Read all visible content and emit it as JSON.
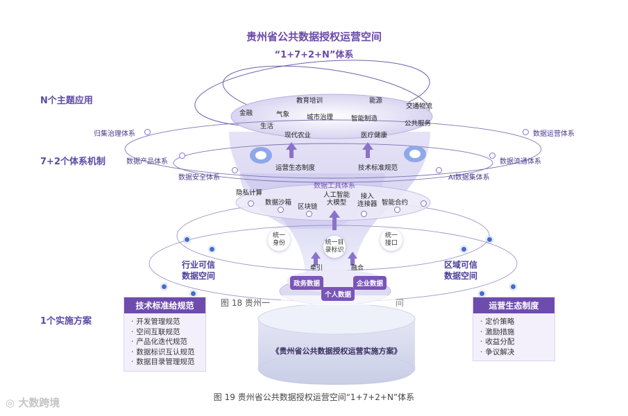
{
  "title": "贵州省公共数据授权运营空间",
  "subtitle": "“1+7+2+N”体系",
  "left_headers": {
    "n_apps": "N个主题应用",
    "mechanisms": "7+2个体系机制",
    "plan": "1个实施方案"
  },
  "orbit_labels": {
    "left_1": "归集治理体系",
    "left_2": "数据产品体系",
    "left_3": "数据安全体系",
    "right_1": "数据运营体系",
    "right_2": "数据流通体系",
    "right_3": "AI数据集体系"
  },
  "applications": [
    "教育培训",
    "能源",
    "金融",
    "气象",
    "城市治理",
    "智能制造",
    "交通物流",
    "生活",
    "公共服务",
    "现代农业",
    "医疗健康"
  ],
  "institution_labels": {
    "left": "运营生态制度",
    "right": "技术标准规范"
  },
  "tools_label": "数据工具体系",
  "tools": [
    "隐私计算",
    "数据沙箱",
    "区块链",
    "人工智能\n大模型",
    "接入\n连接器",
    "智能合约"
  ],
  "unified": {
    "left": "统一\n身份",
    "center": "统一目\n录标识",
    "right": "统一\n接口"
  },
  "trusted_spaces": {
    "left": "行业可信\n数据空间",
    "right": "区域可信\n数据空间"
  },
  "flow_labels": {
    "left": "牵引",
    "right": "融合"
  },
  "data_pills": {
    "gov": "政务数据",
    "personal": "个人数据",
    "enterprise": "企业数据"
  },
  "left_panel": {
    "title": "技术标准给规范",
    "items": [
      "开发管理规范",
      "空间互联规范",
      "产品化迭代规范",
      "数据标识互认规范",
      "数据目录管理规范"
    ]
  },
  "right_panel": {
    "title": "运营生态制度",
    "items": [
      "定价策略",
      "激励措施",
      "收益分配",
      "争议解决"
    ]
  },
  "base_label": "《贵州省公共数据授权运营实施方案》",
  "overlap_caption": "图 18 贵州一",
  "overlap_caption_tail": "间",
  "caption": "图 19 贵州省公共数据授权运营空间“1+7+2+N”体系",
  "watermark": "大数跨境",
  "colors": {
    "accent": "#6e4cae",
    "heading": "#5b4aa6",
    "dot": "#3e6fd0"
  }
}
